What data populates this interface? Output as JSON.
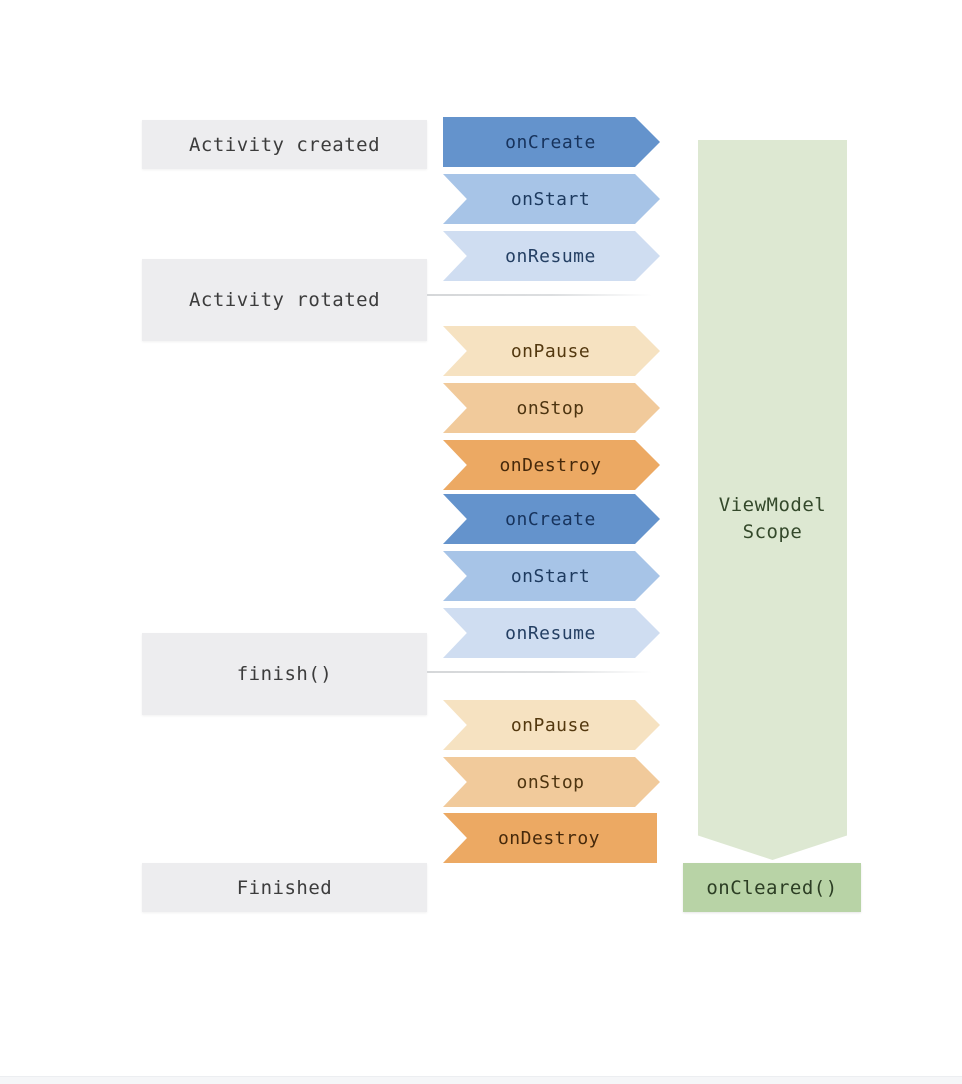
{
  "left_labels": [
    {
      "label": "Activity created"
    },
    {
      "label": "Activity rotated"
    },
    {
      "label": "finish()"
    },
    {
      "label": "Finished"
    }
  ],
  "lifecycle_arrows": [
    {
      "label": "onCreate",
      "fill": "#6493cc",
      "text_color": "#17335c"
    },
    {
      "label": "onStart",
      "fill": "#a7c4e7",
      "text_color": "#1d3a5f"
    },
    {
      "label": "onResume",
      "fill": "#cfddf1",
      "text_color": "#243f63"
    },
    {
      "label": "onPause",
      "fill": "#f6e2c1",
      "text_color": "#53380f"
    },
    {
      "label": "onStop",
      "fill": "#f1ca9b",
      "text_color": "#4d3410"
    },
    {
      "label": "onDestroy",
      "fill": "#eca963",
      "text_color": "#46290b"
    },
    {
      "label": "onCreate",
      "fill": "#6493cc",
      "text_color": "#17335c"
    },
    {
      "label": "onStart",
      "fill": "#a7c4e7",
      "text_color": "#1d3a5f"
    },
    {
      "label": "onResume",
      "fill": "#cfddf1",
      "text_color": "#243f63"
    },
    {
      "label": "onPause",
      "fill": "#f6e2c1",
      "text_color": "#53380f"
    },
    {
      "label": "onStop",
      "fill": "#f1ca9b",
      "text_color": "#4d3410"
    },
    {
      "label": "onDestroy",
      "fill": "#eca963",
      "text_color": "#46290b"
    }
  ],
  "viewmodel": {
    "scope_line1": "ViewModel",
    "scope_line2": "Scope",
    "cleared_label": "onCleared()",
    "scope_fill": "#dde8d2",
    "cleared_fill": "#b8d3a6",
    "scope_text_color": "#34492b",
    "cleared_text_color": "#2c3e24"
  },
  "colors": {
    "event_box_fill": "#ededef",
    "event_box_text": "#3c3c3c",
    "connector_line": "#d5d7d9",
    "background": "#ffffff"
  }
}
